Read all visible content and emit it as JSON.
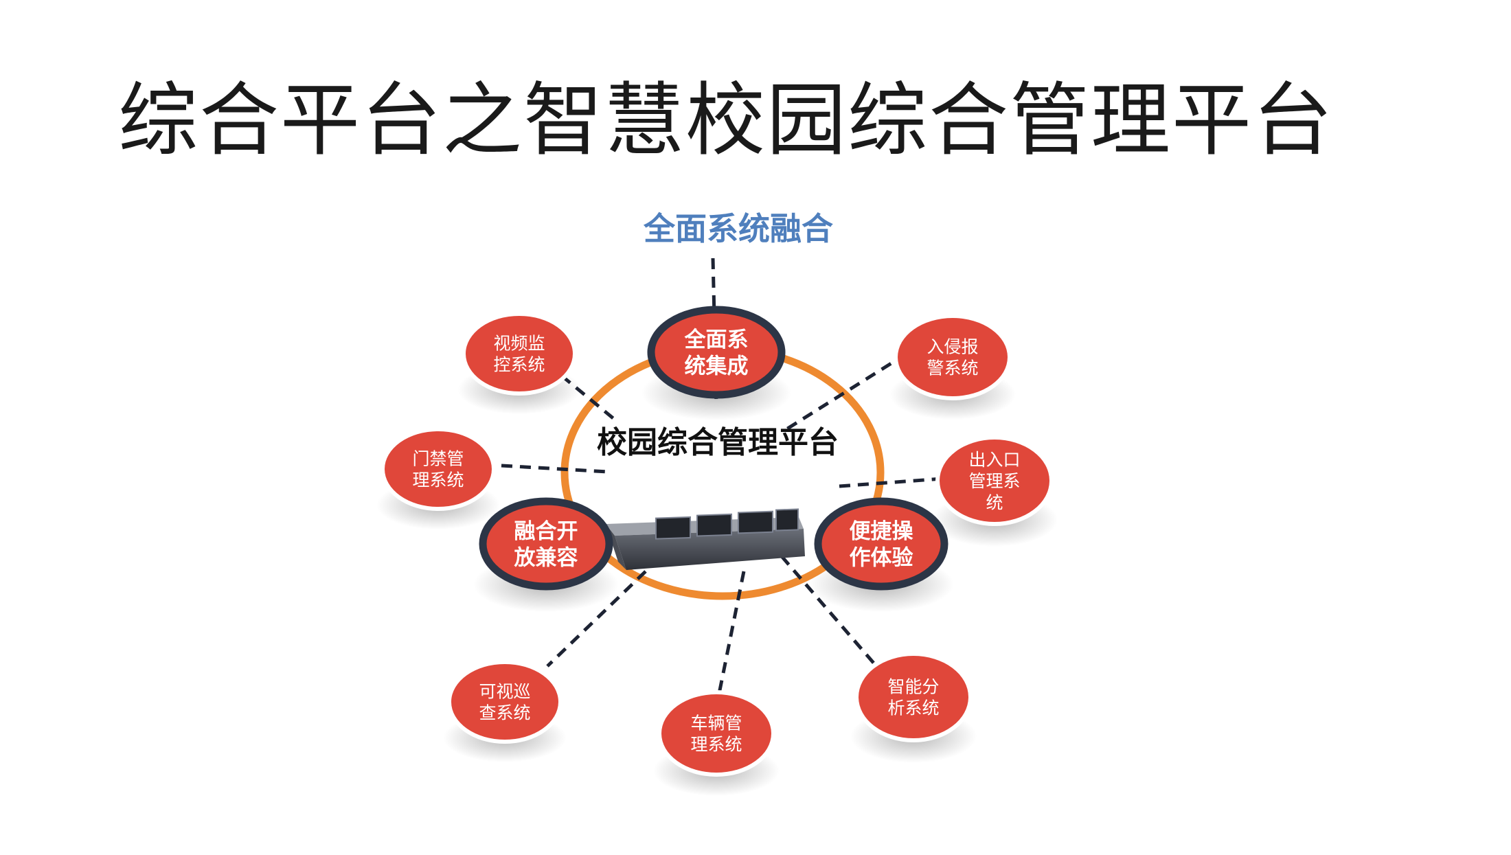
{
  "title": "综合平台之智慧校园综合管理平台",
  "diagram": {
    "top_label": "全面系统融合",
    "center_label": "校园综合管理平台",
    "colors": {
      "node_fill": "#e0473a",
      "core_border": "#2c3546",
      "ring": "#ee8a30",
      "connector": "#1d2333",
      "top_label": "#4f7fbd"
    },
    "core_nodes": [
      {
        "lines": [
          "全面系",
          "统集成"
        ]
      },
      {
        "lines": [
          "融合开",
          "放兼容"
        ]
      },
      {
        "lines": [
          "便捷操",
          "作体验"
        ]
      }
    ],
    "system_nodes": [
      {
        "lines": [
          "视频监",
          "控系统"
        ]
      },
      {
        "lines": [
          "入侵报",
          "警系统"
        ]
      },
      {
        "lines": [
          "门禁管",
          "理系统"
        ]
      },
      {
        "lines": [
          "出入口",
          "管理系",
          "统"
        ]
      },
      {
        "lines": [
          "可视巡",
          "查系统"
        ]
      },
      {
        "lines": [
          "车辆管",
          "理系统"
        ]
      },
      {
        "lines": [
          "智能分",
          "析系统"
        ]
      }
    ]
  }
}
